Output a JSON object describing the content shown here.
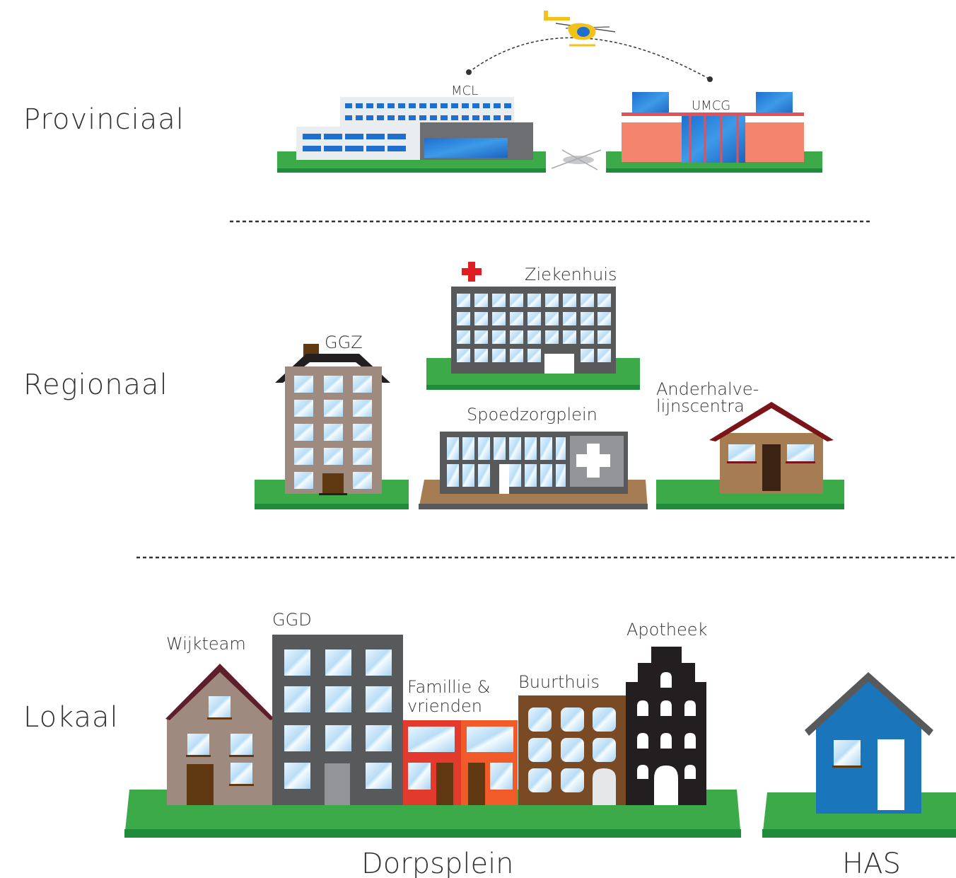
{
  "tiers": {
    "provinciaal": "Provinciaal",
    "regionaal": "Regionaal",
    "lokaal": "Lokaal"
  },
  "provincial": {
    "mcl": "MCL",
    "umcg": "UMCG"
  },
  "regional": {
    "ziekenhuis": "Ziekenhuis",
    "ggz": "GGZ",
    "spoedzorgplein": "Spoedzorgplein",
    "anderhalve_line1": "Anderhalve-",
    "anderhalve_line2": "lijnscentra"
  },
  "local": {
    "wijkteam": "Wijkteam",
    "ggd": "GGD",
    "familie_line1": "Famillie &",
    "familie_line2": "vrienden",
    "buurthuis": "Buurthuis",
    "apotheek": "Apotheek",
    "dorpsplein": "Dorpsplein",
    "has": "HAS"
  },
  "colors": {
    "grass": "#3DAA4A",
    "grass_dark": "#1E8C3A",
    "window": "#CFE9FB",
    "has_blue": "#1B75BB",
    "umcg_salmon": "#F4846E",
    "red_cross": "#E11D24",
    "helicopter": "#F2C21B"
  }
}
